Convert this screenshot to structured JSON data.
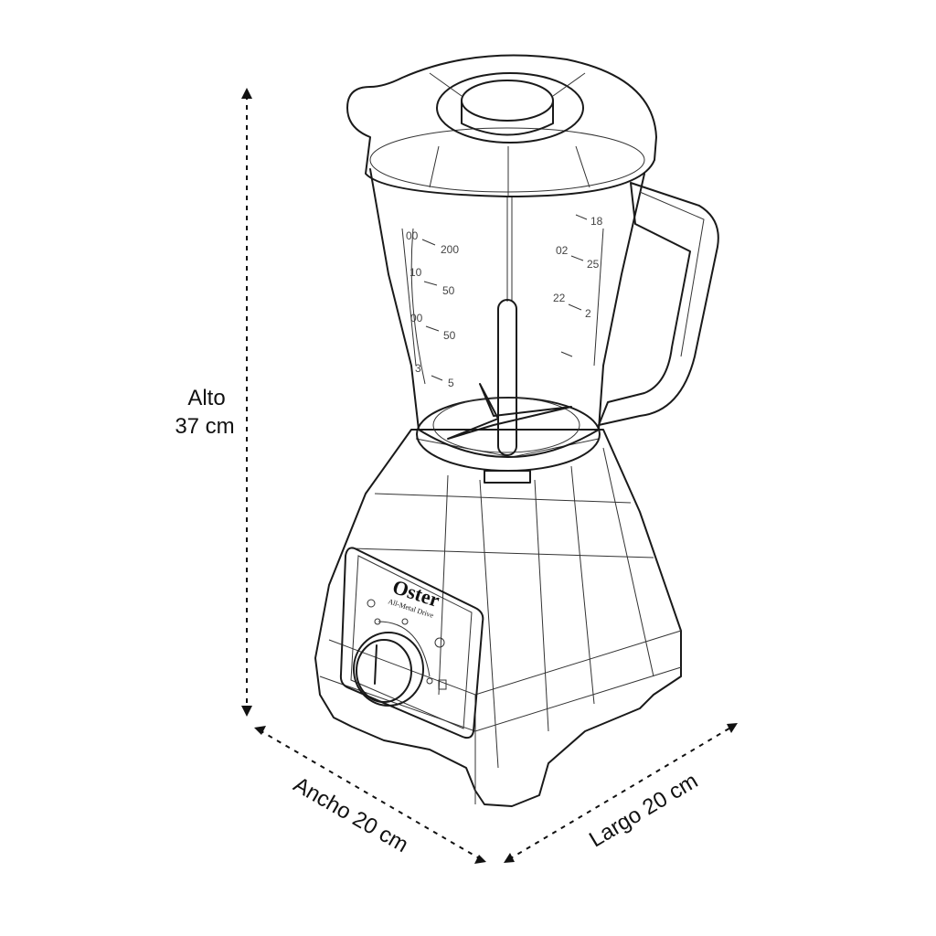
{
  "dimensions": {
    "height_label": "Alto",
    "height_value": "37 cm",
    "width_label": "Ancho 20 cm",
    "length_label": "Largo 20 cm"
  },
  "panel": {
    "brand": "Oster",
    "subtitle": "All-Metal Drive"
  },
  "jar_scale": {
    "left": [
      "00",
      "200",
      "10",
      "50",
      "00",
      "50",
      "3",
      "5"
    ],
    "right": [
      "18",
      "02",
      "25",
      "22",
      "2"
    ]
  }
}
